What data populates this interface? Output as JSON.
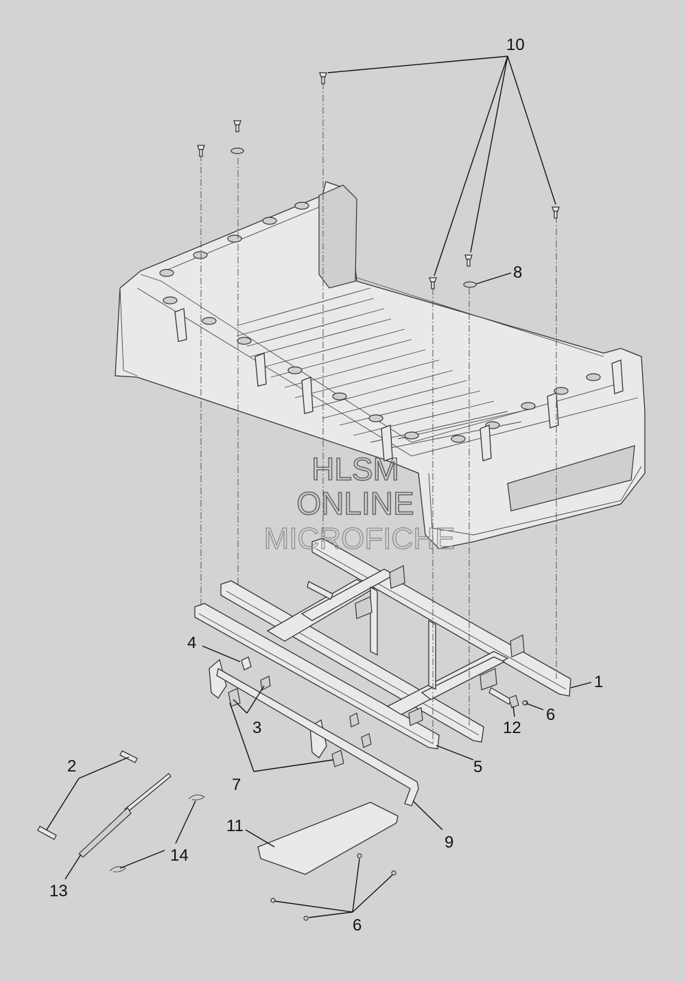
{
  "callouts": [
    {
      "id": "1",
      "label": "1"
    },
    {
      "id": "2",
      "label": "2"
    },
    {
      "id": "3",
      "label": "3"
    },
    {
      "id": "4",
      "label": "4"
    },
    {
      "id": "5",
      "label": "5"
    },
    {
      "id": "6a",
      "label": "6"
    },
    {
      "id": "6b",
      "label": "6"
    },
    {
      "id": "7",
      "label": "7"
    },
    {
      "id": "8",
      "label": "8"
    },
    {
      "id": "9",
      "label": "9"
    },
    {
      "id": "10",
      "label": "10"
    },
    {
      "id": "11",
      "label": "11"
    },
    {
      "id": "12",
      "label": "12"
    },
    {
      "id": "13",
      "label": "13"
    },
    {
      "id": "14",
      "label": "14"
    }
  ],
  "watermark": {
    "line1": "HLSM",
    "line2": "ONLINE",
    "line3": "MICROFICHE"
  },
  "colors": {
    "background": "#d3d3d3",
    "part": "#e9e9e9",
    "line": "#111111"
  }
}
